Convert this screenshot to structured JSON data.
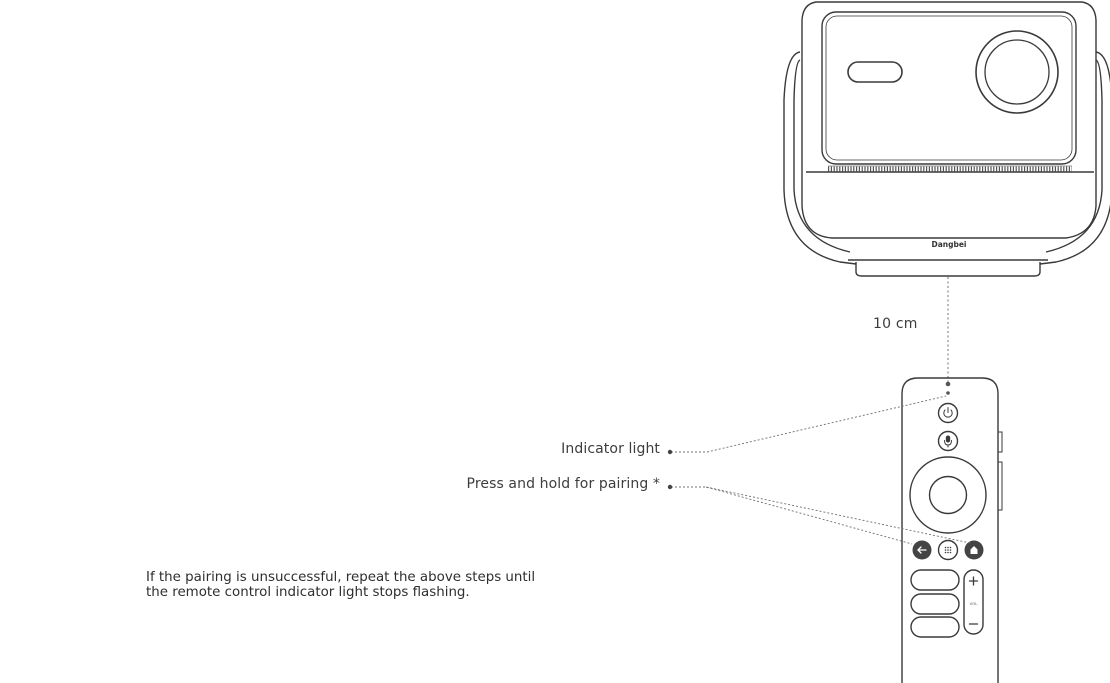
{
  "diagram": {
    "projector": {
      "brand": "Dangbei"
    },
    "distance_label": "10 cm",
    "callouts": {
      "indicator_light": "Indicator light",
      "pairing_button": "Press and hold for pairing *"
    },
    "remote": {
      "volume_label": "VOL"
    },
    "note": {
      "line1": "If  the pairing is unsuccessful, repeat the above steps until",
      "line2": "the remote control indicator light stops flashing."
    }
  },
  "colors": {
    "stroke": "#3a3a3a",
    "dark_button": "#444444",
    "dotted": "#8a8a8a"
  },
  "icons": [
    "power-icon",
    "microphone-icon",
    "back-arrow-icon",
    "apps-grid-icon",
    "home-icon",
    "plus-icon",
    "minus-icon"
  ]
}
